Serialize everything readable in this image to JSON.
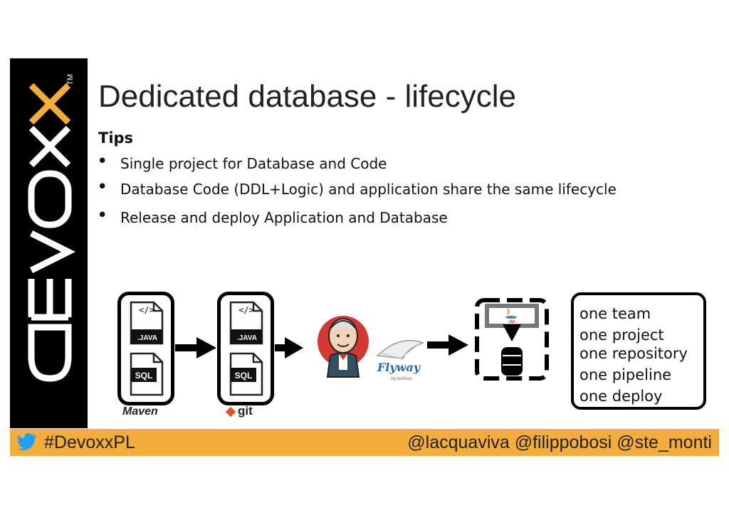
{
  "slide": {
    "title": "Dedicated database - lifecycle",
    "tips_heading": "Tips",
    "bullets": [
      "Single project for Database and Code",
      "Database Code (DDL+Logic) and application share the same lifecycle",
      "Release and deploy Application and Database"
    ],
    "bullet_char": "•"
  },
  "branding": {
    "sidebar_logo": "DEVOXX",
    "trademark": "TM",
    "accent_color": "#f4ad38"
  },
  "pipeline": {
    "file_java": ".JAVA",
    "file_sql": "SQL",
    "code_glyph": "</>",
    "maven_label": "Maven",
    "git_label": "git",
    "flyway_label": "Flyway",
    "flyway_sub": "by boxfuse",
    "jar_label": "JAR"
  },
  "info_box": {
    "lines": [
      "one team",
      "one project",
      "one repository",
      "one pipeline",
      "one deploy"
    ]
  },
  "footer": {
    "hashtag": "#DevoxxPL",
    "handles": "@lacquaviva @filippobosi @ste_monti"
  }
}
